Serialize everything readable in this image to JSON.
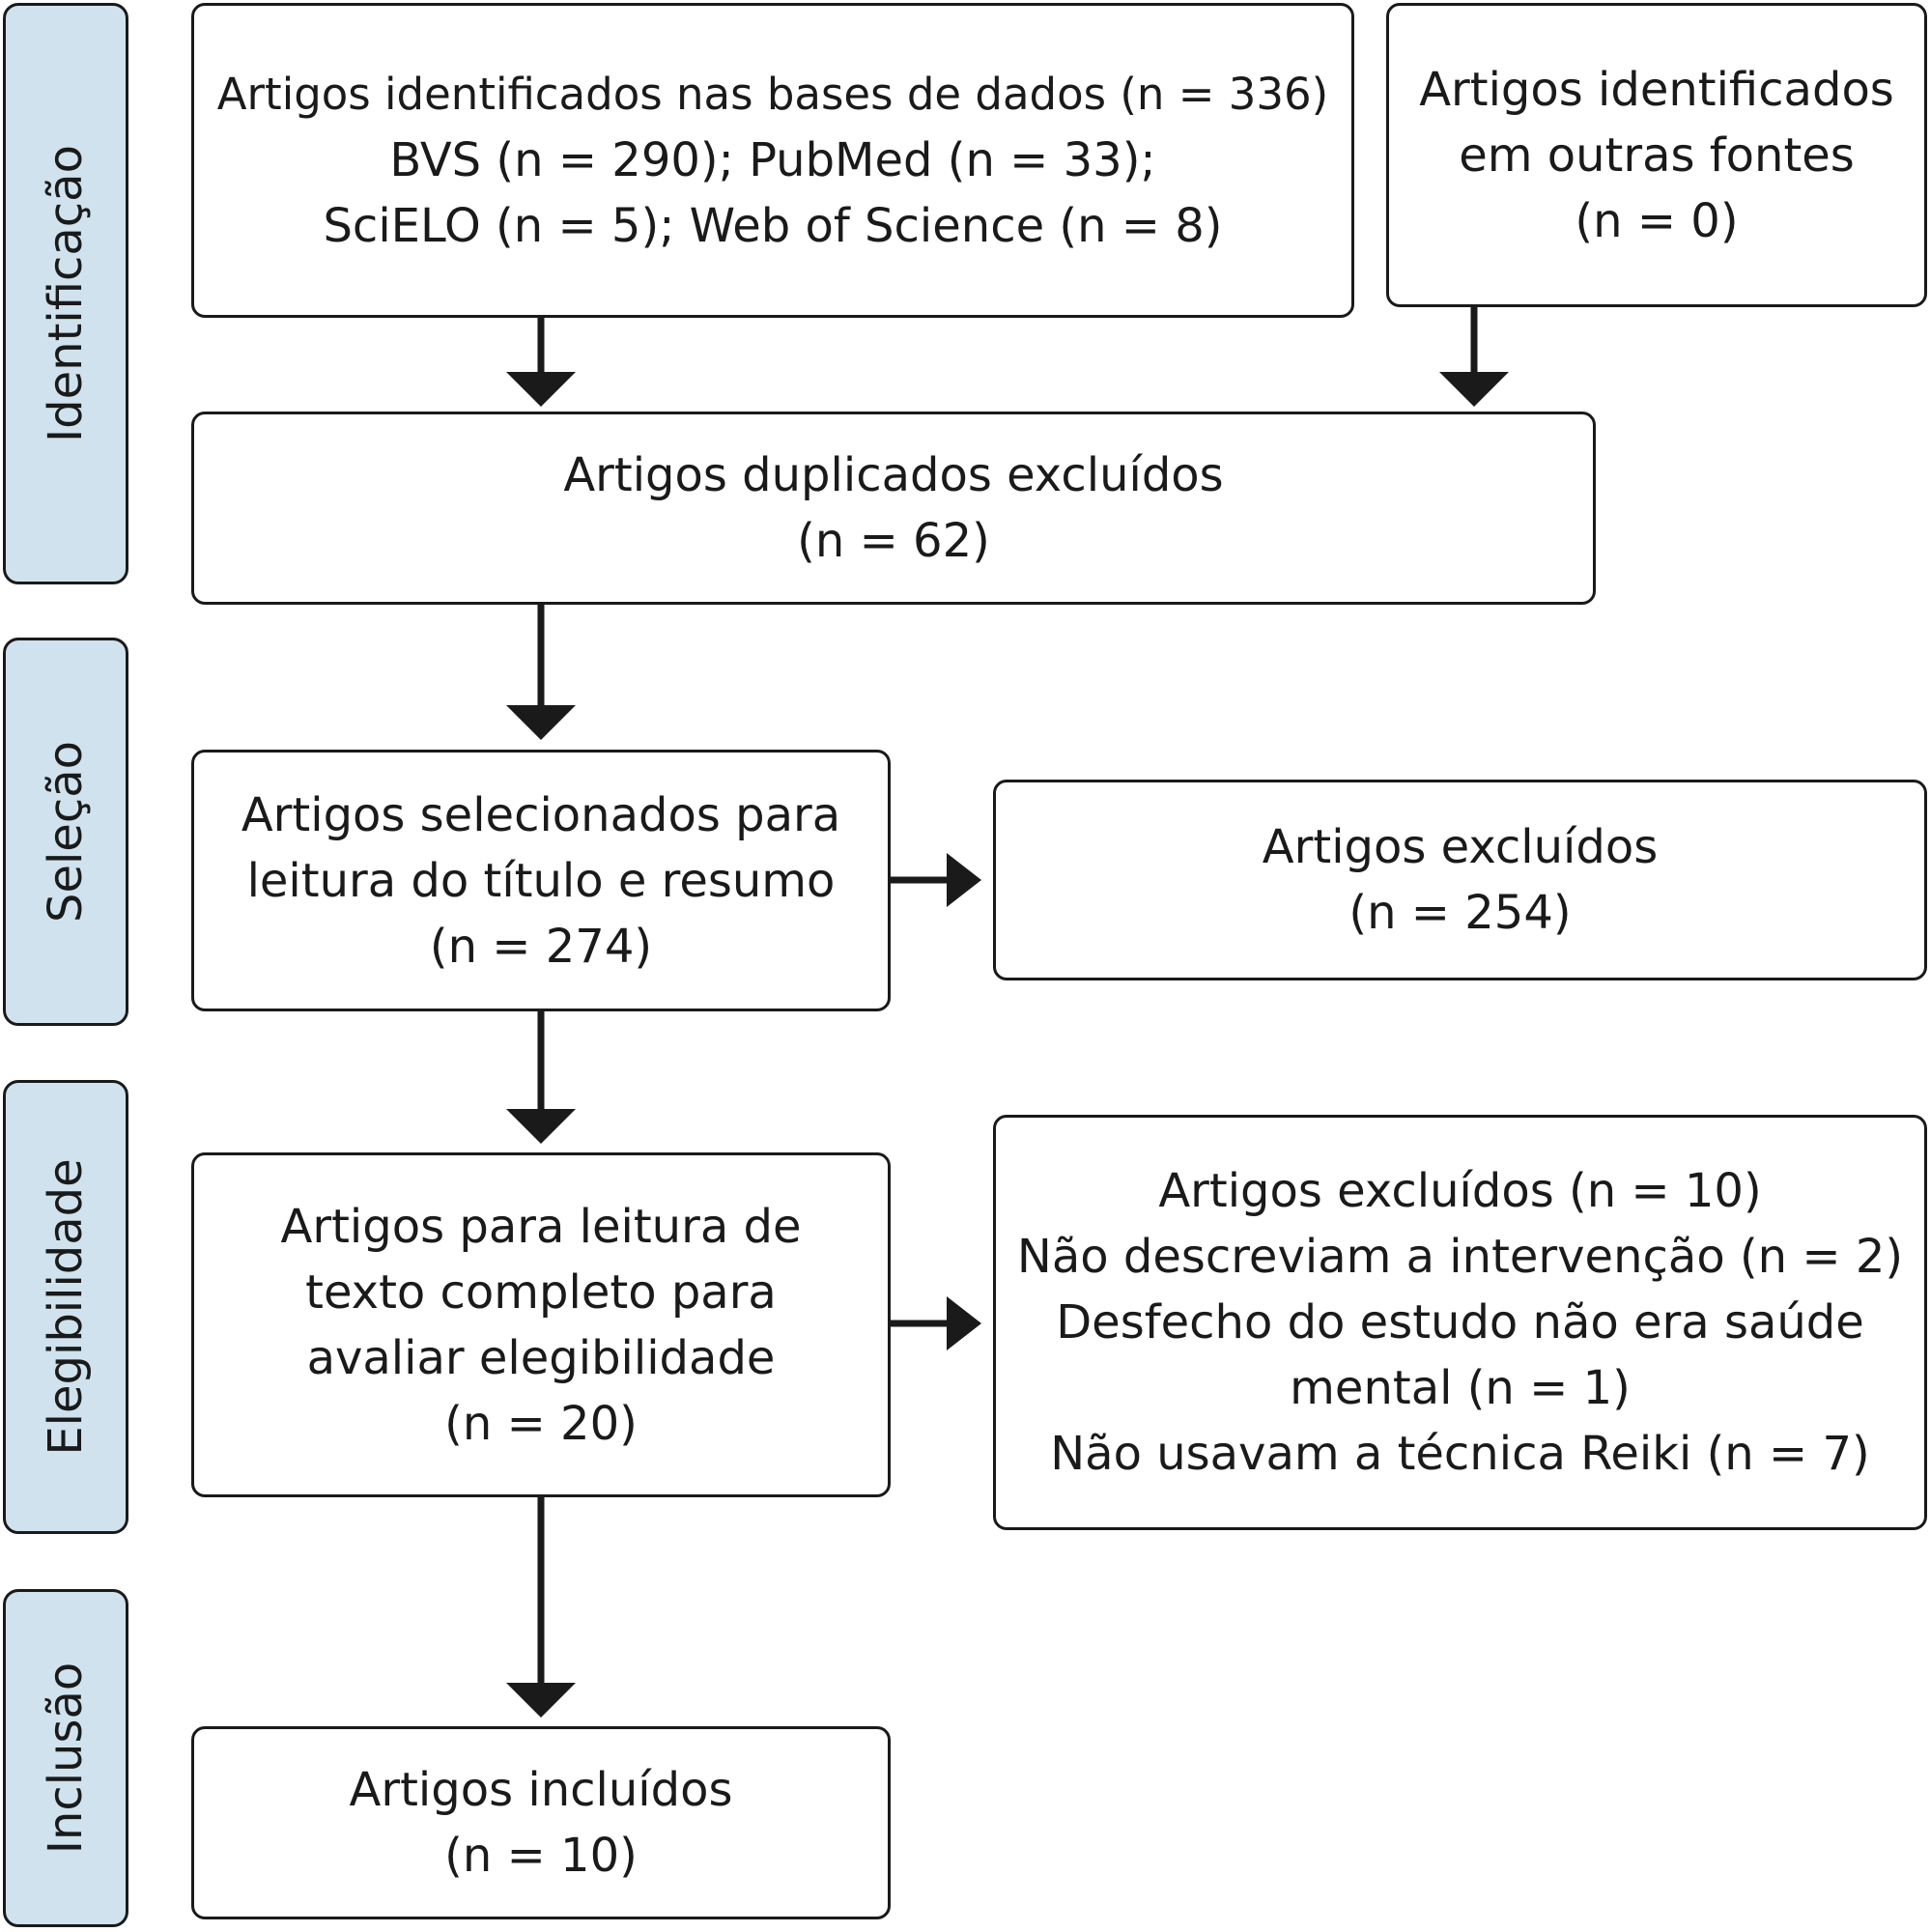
{
  "phases": [
    {
      "id": "identificacao",
      "label": "Identificação"
    },
    {
      "id": "selecao",
      "label": "Seleção"
    },
    {
      "id": "elegibilidade",
      "label": "Elegibilidade"
    },
    {
      "id": "inclusao",
      "label": "Inclusão"
    }
  ],
  "boxes": {
    "identified_databases": {
      "lines": [
        "Artigos identificados nas bases de dados (n = 336)",
        "BVS (n = 290); PubMed (n = 33);",
        "SciELO (n = 5); Web of Science (n = 8)"
      ]
    },
    "identified_other": {
      "lines": [
        "Artigos identificados",
        "em outras fontes",
        "(n = 0)"
      ]
    },
    "duplicates": {
      "lines": [
        "Artigos duplicados excluídos",
        "(n = 62)"
      ]
    },
    "screened": {
      "lines": [
        "Artigos selecionados para",
        "leitura do título e resumo",
        "(n = 274)"
      ]
    },
    "excluded_screening": {
      "lines": [
        "Artigos excluídos",
        "(n = 254)"
      ]
    },
    "fulltext": {
      "lines": [
        "Artigos para leitura de",
        "texto completo para",
        "avaliar elegibilidade",
        "(n = 20)"
      ]
    },
    "excluded_fulltext": {
      "lines": [
        "Artigos excluídos (n = 10)",
        "Não descreviam a intervenção (n = 2)",
        "Desfecho do estudo não era saúde",
        "mental (n = 1)",
        "Não usavam a técnica Reiki (n = 7)"
      ]
    },
    "included": {
      "lines": [
        "Artigos incluídos",
        "(n = 10)"
      ]
    }
  },
  "colors": {
    "phase_fill": "#cfe2ee",
    "stroke": "#1a1a1a",
    "box_fill": "#ffffff"
  }
}
